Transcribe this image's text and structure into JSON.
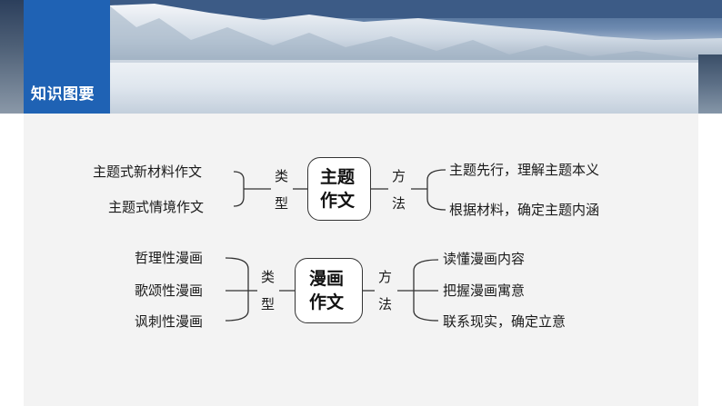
{
  "banner": {
    "title": "知识图要"
  },
  "diagram1": {
    "center_line1": "主题",
    "center_line2": "作文",
    "left_items": [
      "主题式新材料作文",
      "主题式情境作文"
    ],
    "left_connector_top": "类",
    "left_connector_bottom": "型",
    "right_connector_top": "方",
    "right_connector_bottom": "法",
    "right_items": [
      "主题先行，理解主题本义",
      "根据材料，确定主题内涵"
    ]
  },
  "diagram2": {
    "center_line1": "漫画",
    "center_line2": "作文",
    "left_items": [
      "哲理性漫画",
      "歌颂性漫画",
      "讽刺性漫画"
    ],
    "left_connector_top": "类",
    "left_connector_bottom": "型",
    "right_connector_top": "方",
    "right_connector_bottom": "法",
    "right_items": [
      "读懂漫画内容",
      "把握漫画寓意",
      "联系现实，确定立意"
    ]
  }
}
